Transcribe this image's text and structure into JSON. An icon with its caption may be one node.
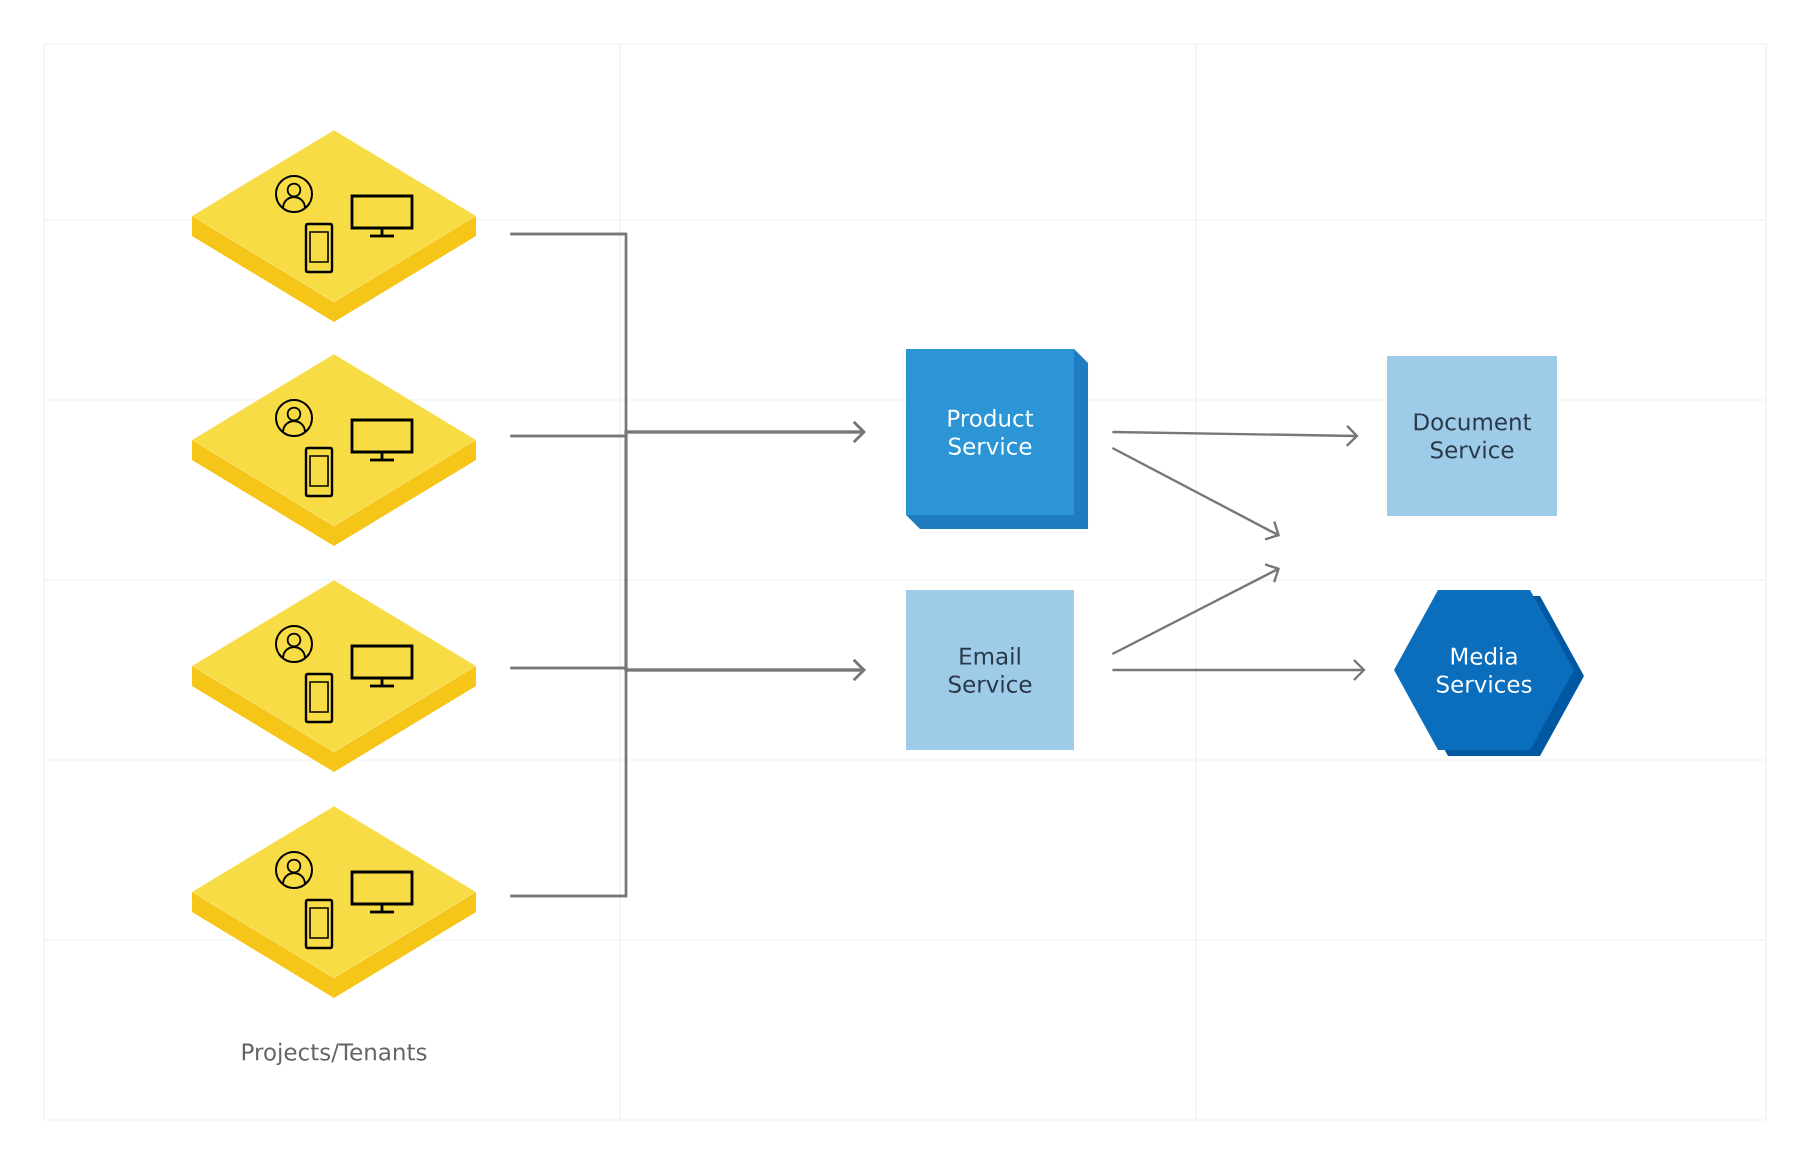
{
  "diagram": {
    "nodes": [
      {
        "text": [],
        "shape": "diamond"
      },
      {
        "text": [],
        "shape": "diamond"
      },
      {
        "text": [],
        "shape": "diamond"
      },
      {
        "text": [],
        "shape": "diamond"
      },
      {
        "text": [
          "Product Service"
        ]
      },
      {
        "text": [
          "Document Service"
        ]
      },
      {
        "text": [
          "Email Service"
        ]
      },
      {
        "text": [
          "Media Services"
        ]
      }
    ],
    "edges": [
      {
        "from": 0,
        "to": 4,
        "arrow": "to"
      },
      {
        "from": 1,
        "to": 4,
        "arrow": "to"
      },
      {
        "from": 2,
        "to": 4,
        "arrow": "to"
      },
      {
        "from": 3,
        "to": 4,
        "arrow": "to"
      },
      {
        "from": 0,
        "to": 6,
        "arrow": "to"
      },
      {
        "from": 1,
        "to": 6,
        "arrow": "to"
      },
      {
        "from": 2,
        "to": 6,
        "arrow": "to"
      },
      {
        "from": 3,
        "to": 6,
        "arrow": "to"
      },
      {
        "from": 4,
        "to": 5,
        "arrow": "to"
      },
      {
        "from": 4,
        "to": null,
        "arrow": "to"
      },
      {
        "from": 6,
        "to": null,
        "arrow": "to"
      },
      {
        "from": 6,
        "to": 7,
        "arrow": "to"
      }
    ],
    "labels": [
      "Projects/Tenants"
    ]
  }
}
